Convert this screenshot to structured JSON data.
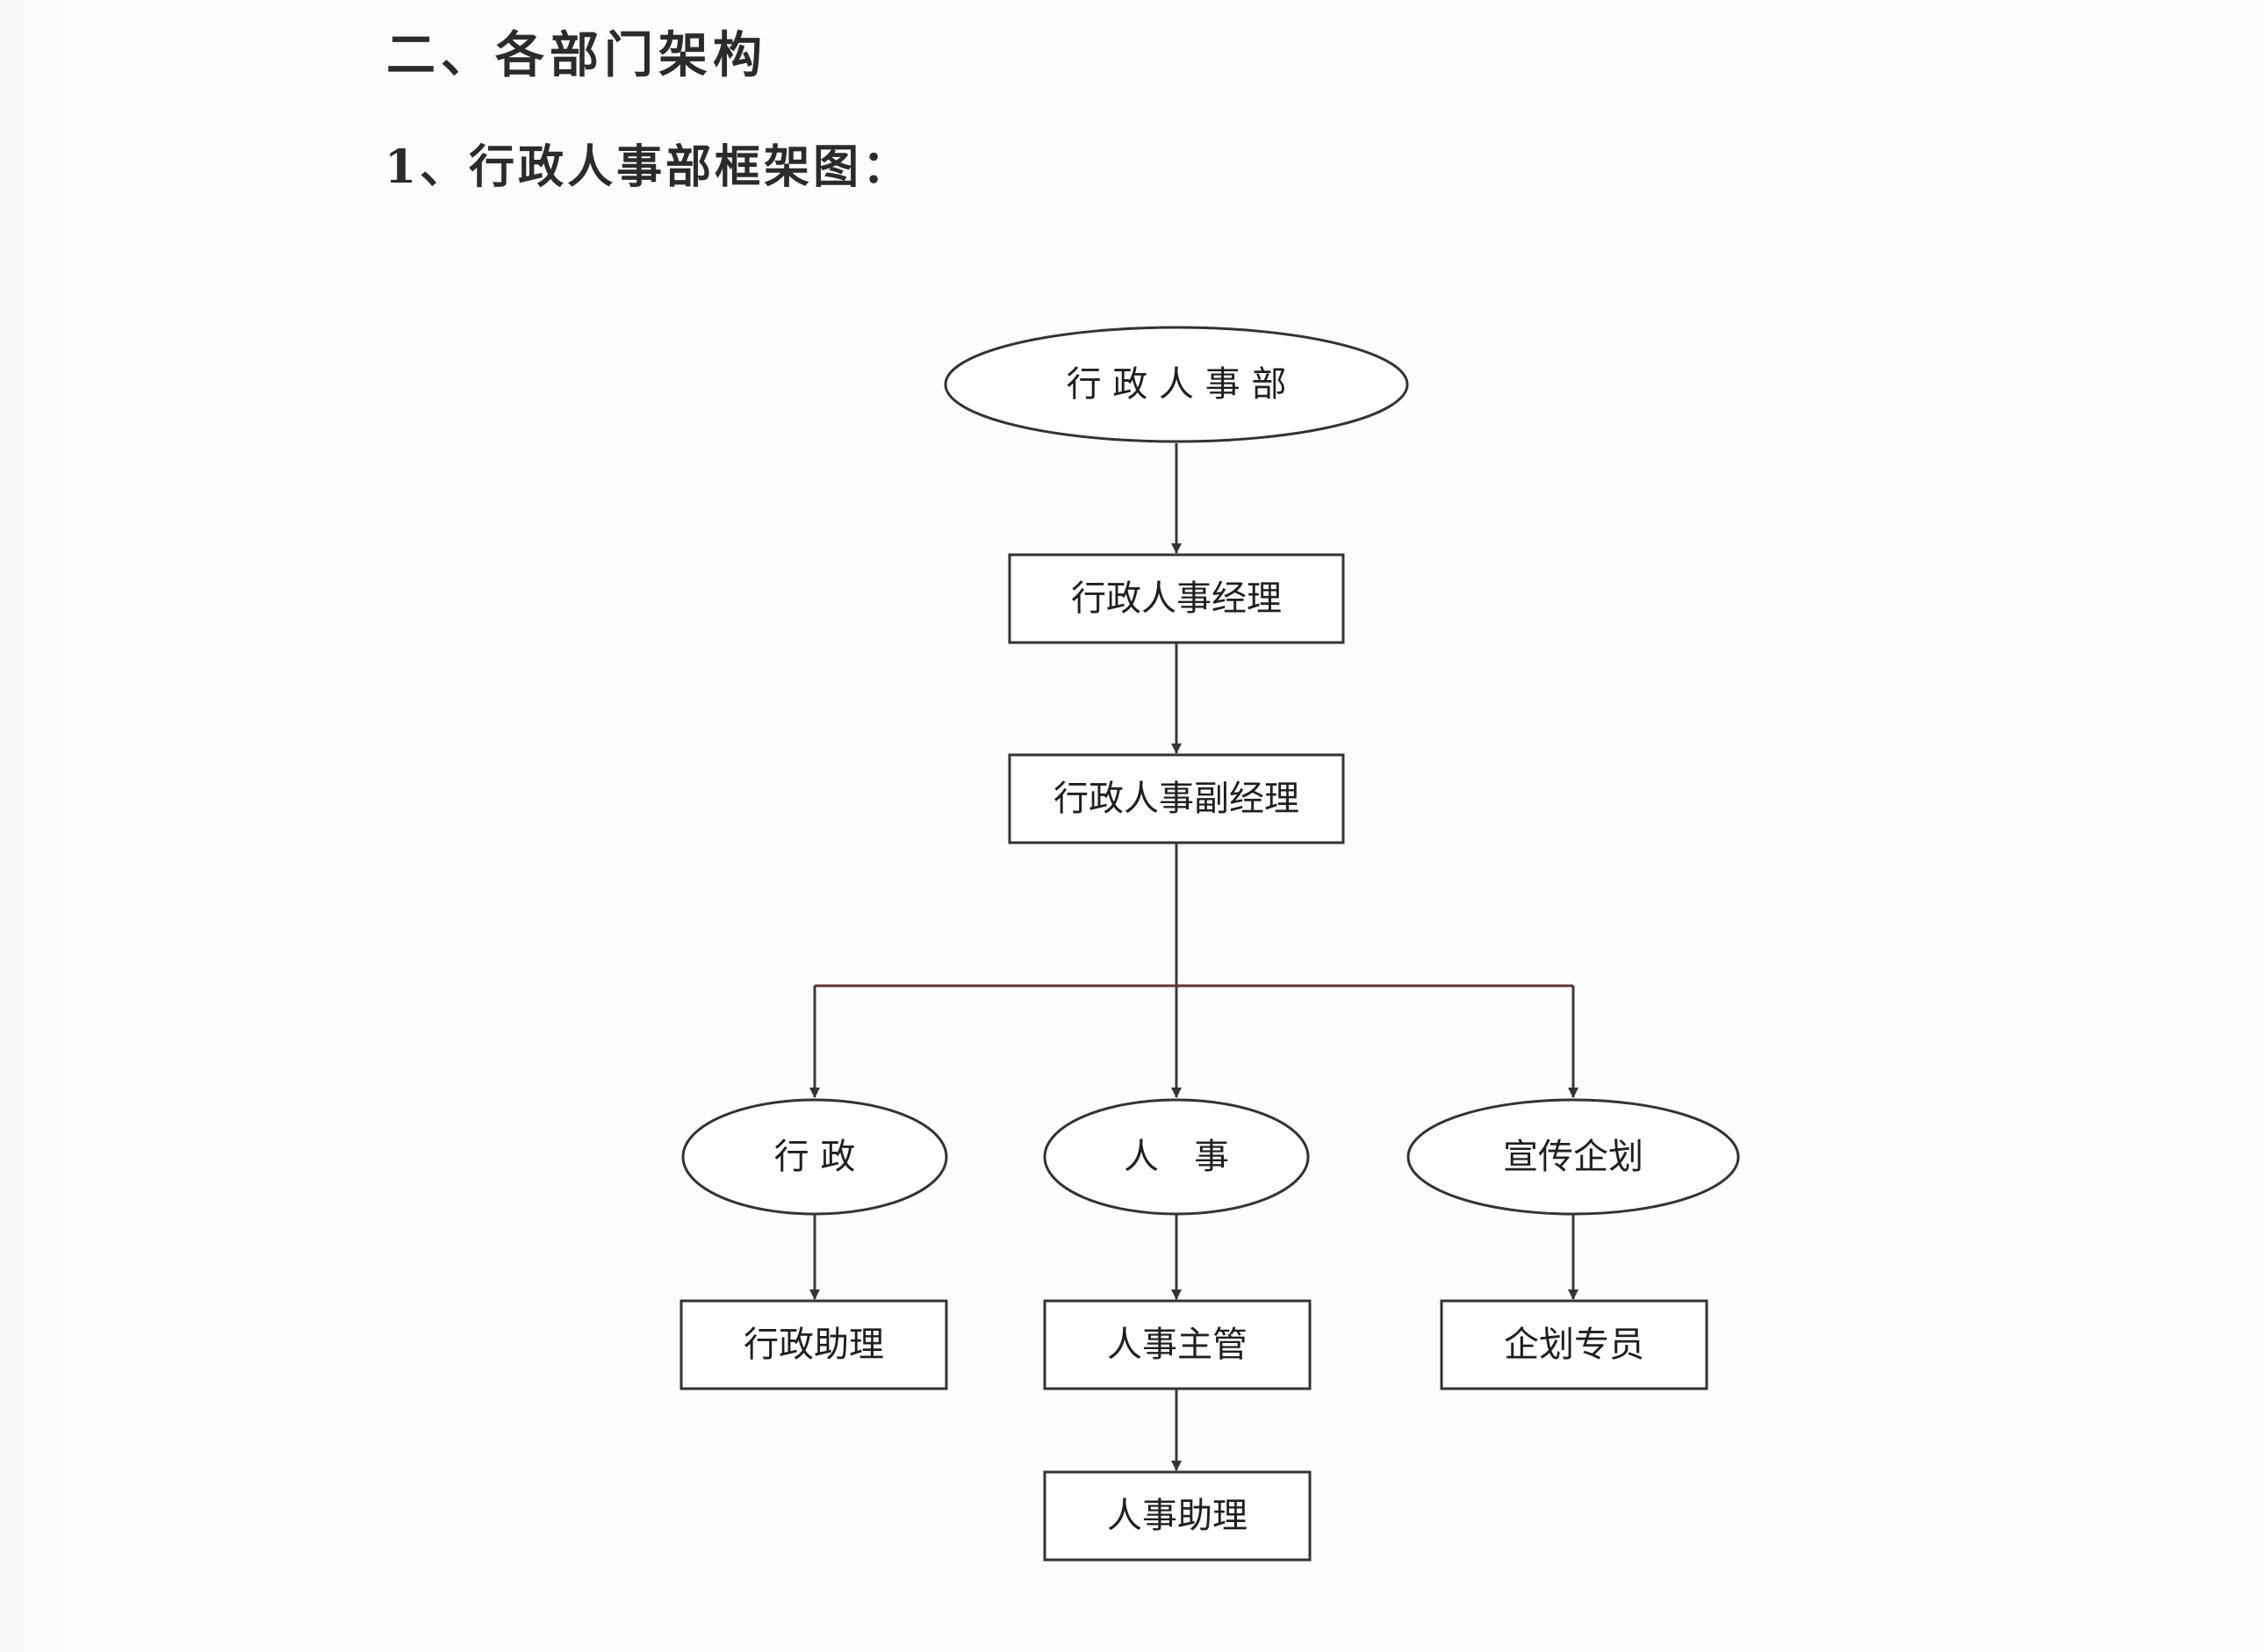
{
  "document": {
    "section_title": "二、各部门架构",
    "subsection_title": "1、行政人事部框架图："
  },
  "org_chart": {
    "root": "行 政 人 事 部",
    "manager": "行政人事经理",
    "deputy_manager": "行政人事副经理",
    "departments": [
      {
        "name": "行 政",
        "roles": [
          "行政助理"
        ]
      },
      {
        "name": "人　事",
        "roles": [
          "人事主管",
          "人事助理"
        ]
      },
      {
        "name": "宣传企划",
        "roles": [
          "企划专员"
        ]
      }
    ]
  },
  "colors": {
    "line": "#3a3a3a",
    "branch_line": "#6a3030",
    "text": "#1f1f1f"
  }
}
